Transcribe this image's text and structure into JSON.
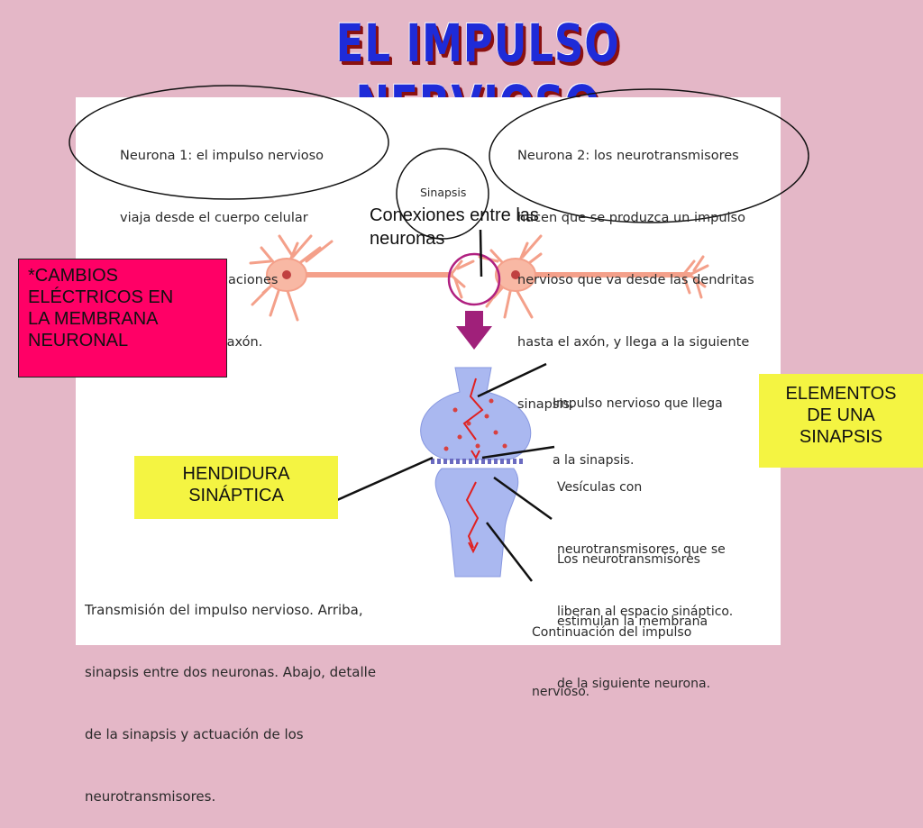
{
  "title": "EL IMPULSO NERVIOSO",
  "figure": {
    "neurona1": [
      "Neurona 1: el impulso nervioso",
      "viaja desde el cuerpo celular",
      "hasta las ramificaciones",
      "del extremo del axón."
    ],
    "neurona2": [
      "Neurona 2: los neurotransmisores",
      "hacen que se produzca un impulso",
      "nervioso que va desde las dendritas",
      "hasta el axón, y llega a la siguiente",
      "sinapsis."
    ],
    "sinapsis_label": "Sinapsis",
    "callouts": {
      "impulso": [
        "Impulso nervioso que llega",
        "a la sinapsis."
      ],
      "vesiculas": [
        "Vesículas con",
        "neurotransmisores, que se",
        "liberan al espacio sináptico."
      ],
      "neurotransmisores": [
        "Los neurotransmisores",
        "estimulan la membrana",
        "de la siguiente neurona."
      ],
      "continuacion": [
        "Continuación del impulso",
        "nervioso."
      ]
    },
    "caption": [
      "Transmisión del impulso nervioso. Arriba,",
      "sinapsis entre dos neuronas. Abajo, detalle",
      "de la sinapsis y actuación de los",
      "neurotransmisores."
    ]
  },
  "labels": {
    "conexiones": [
      "Conexiones entre las",
      "neuronas"
    ],
    "cambios": [
      "*CAMBIOS",
      "ELÉCTRICOS EN",
      "LA MEMBRANA",
      "NEURONAL"
    ],
    "elementos": [
      "ELEMENTOS",
      "DE UNA",
      "SINAPSIS"
    ],
    "hendidura": [
      "HENDIDURA",
      "SINÁPTICA"
    ]
  },
  "colors": {
    "background": "#e4b7c7",
    "title": "#1e2bd8",
    "cambios_box": "#ff0066",
    "yellow_box": "#f4f442",
    "neuron": "#f4a08a",
    "synapse_body": "#aab8f0",
    "arrow": "#a0207a",
    "impulse": "#e02020"
  }
}
